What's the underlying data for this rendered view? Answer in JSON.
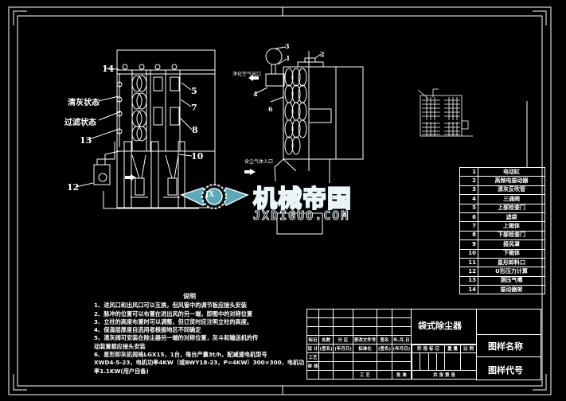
{
  "drawing": {
    "title": "袋式除尘器",
    "drawing_name_label": "图样名称",
    "drawing_code_label": "图样代号"
  },
  "front_view": {
    "labels": {
      "n14": "14",
      "n5": "5",
      "n7": "7",
      "n8": "8",
      "n13": "13",
      "n10": "10",
      "n12": "12",
      "cleaning_state": "清灰状态",
      "filtering_state": "过滤状态"
    }
  },
  "side_view": {
    "labels": {
      "n3": "3",
      "n1": "1",
      "n2": "2",
      "n4": "4",
      "n6": "6",
      "clean_gas_outlet": "净化空气出口",
      "dusty_gas_inlet": "含尘气体入口"
    }
  },
  "watermark": {
    "emblem_text": "JX",
    "brand_cn": "机械帝国",
    "brand_en": "JXDIGUO.COM"
  },
  "notes": {
    "title": "说明",
    "lines": [
      "1、进风口和出风口可以互换，但风管中的调节板应接头安装",
      "2、脉冲的位置可以布置在进出风的另一端，即图中的对称位置",
      "3、立柱的高度布置时可以调整，但订货时应注明立柱的高度。",
      "4、保温层厚度自选用者根据地区不同确定",
      "5、清灰阀可安装在除尘器另一端的对称位置，灰斗和输送机的传",
      "动装置都应接头安装",
      "6、星形卸灰机规格LGX15，1台，每台产量3t/h，配减速电机型号",
      "XWD4-5-23，电机功率4KW（或BWY18-23，P=4KW）300×300，电机功",
      "率1.1KW(用户自备)"
    ]
  },
  "parts_list": [
    {
      "no": "1",
      "name": "电动缸"
    },
    {
      "no": "2",
      "name": "高频电振动器"
    },
    {
      "no": "3",
      "name": "清灰反吹管"
    },
    {
      "no": "4",
      "name": "三通阀"
    },
    {
      "no": "5",
      "name": "上部检查门"
    },
    {
      "no": "6",
      "name": "滤袋"
    },
    {
      "no": "7",
      "name": "上箱体"
    },
    {
      "no": "8",
      "name": "下部检查门"
    },
    {
      "no": "9",
      "name": "接风罩"
    },
    {
      "no": "10",
      "name": "下箱体"
    },
    {
      "no": "11",
      "name": "星形卸料口"
    },
    {
      "no": "12",
      "name": "U形压力计算"
    },
    {
      "no": "13",
      "name": "测压气嘴"
    },
    {
      "no": "14",
      "name": "振动器架"
    }
  ],
  "title_block": {
    "row_mark": [
      "标记",
      "处数",
      "分 区",
      "更改文件号",
      "签名",
      "年.月.日"
    ],
    "row_design": [
      "设 计",
      "(签名)",
      "(年月日)",
      "标准化",
      "(签名)",
      "(年月日)"
    ],
    "row_process": [
      "工艺"
    ],
    "row_review": [
      "审 核"
    ],
    "row_last": [
      "",
      "",
      "",
      "工 艺",
      "",
      "批 准"
    ],
    "stage_headers": [
      "阶 段 标 记",
      "重 量",
      "比 例"
    ],
    "sheet_text": "共  张  第  张"
  }
}
